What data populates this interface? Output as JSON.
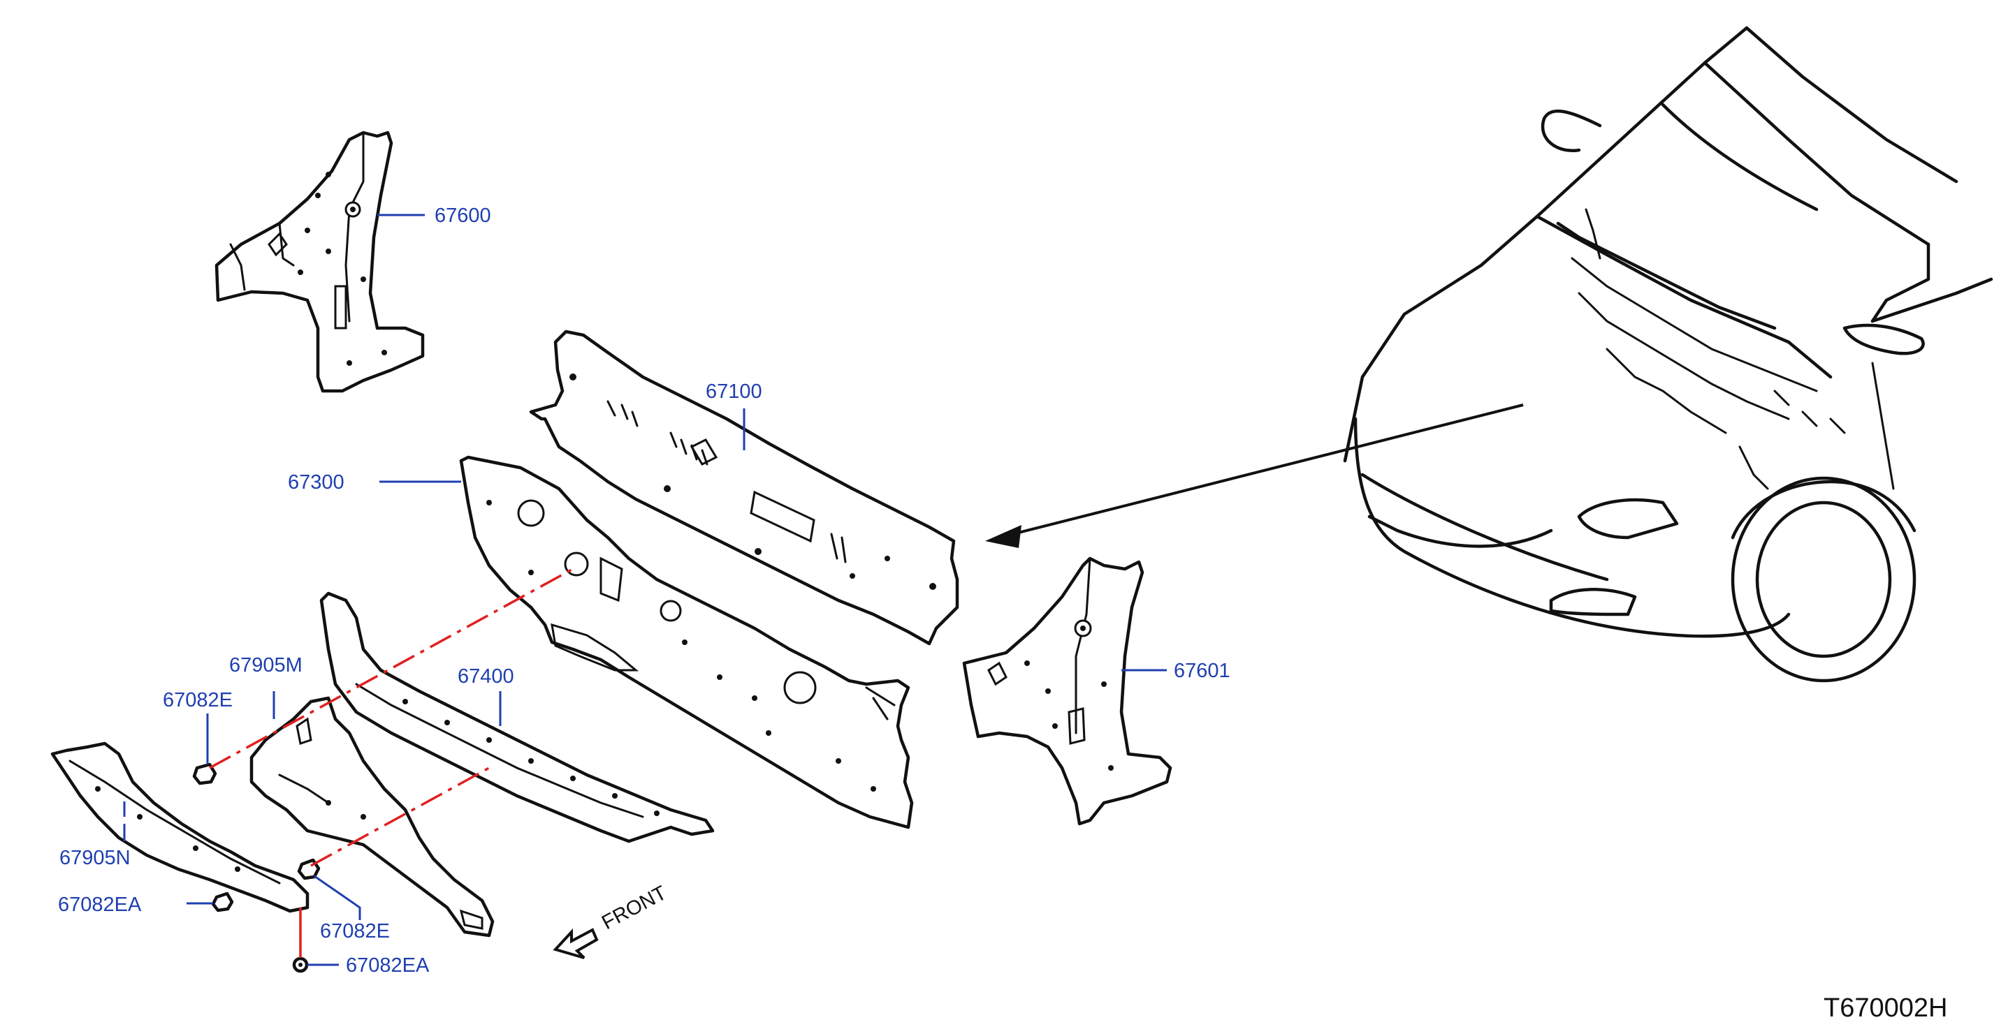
{
  "callouts": {
    "p67600": "67600",
    "p67100": "67100",
    "p67300": "67300",
    "p67400": "67400",
    "p67601": "67601",
    "p67905M": "67905M",
    "p67082E_top": "67082E",
    "p67905N": "67905N",
    "p67082EA_left": "67082EA",
    "p67082E_bottom": "67082E",
    "p67082EA_bottom": "67082EA"
  },
  "front_label": "FRONT",
  "diagram_code": "T670002H",
  "colors": {
    "callout_text": "#1f3fb0",
    "alignment_line": "#e02020",
    "linework": "#111111"
  }
}
